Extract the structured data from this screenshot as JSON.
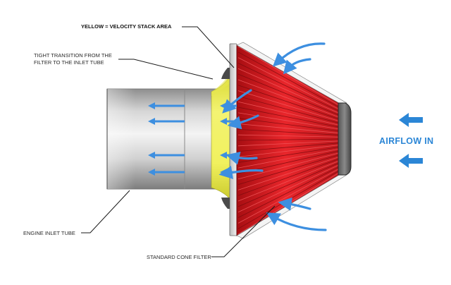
{
  "labels": {
    "velocity_stack": "YELLOW = VELOCITY STACK AREA",
    "transition_line1": "TIGHT  TRANSITION  FROM  THE",
    "transition_line2": "FILTER TO THE INLET TUBE",
    "engine_inlet": "ENGINE INLET TUBE",
    "cone_filter": "STANDARD CONE FILTER",
    "airflow": "AIRFLOW IN"
  },
  "colors": {
    "filter_red": "#d7141a",
    "velocity_yellow": "#f2f25a",
    "flow_blue": "#3d8fe0",
    "airflow_text": "#2b86d6",
    "tube_grey": "#c8c8c8",
    "leader": "#1a1a1a"
  },
  "icons": {
    "flow_arrow": "arrow-left-icon",
    "curved_flow": "curved-arrow-icon"
  }
}
